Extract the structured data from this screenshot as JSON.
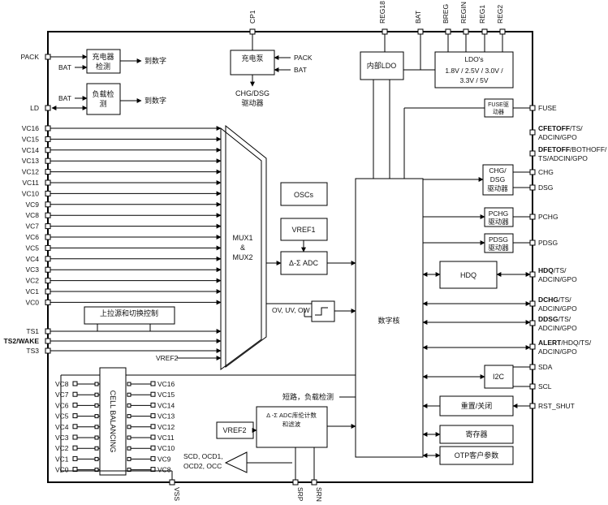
{
  "pins_top": [
    "REG18",
    "BAT",
    "BREG",
    "REGIN",
    "REG1",
    "REG2",
    "CP1"
  ],
  "pins_bottom": [
    "VSS",
    "SRP",
    "SRN"
  ],
  "pins_left": {
    "pack": "PACK",
    "ld": "LD",
    "vc": [
      "VC16",
      "VC15",
      "VC14",
      "VC13",
      "VC12",
      "VC11",
      "VC10",
      "VC9",
      "VC8",
      "VC7",
      "VC6",
      "VC5",
      "VC4",
      "VC3",
      "VC2",
      "VC1",
      "VC0"
    ],
    "ts1": "TS1",
    "ts2": "TS2/WAKE",
    "ts3": "TS3"
  },
  "pins_right": [
    {
      "l1": "FUSE",
      "l2": "",
      "b": ""
    },
    {
      "l1": "/TS/",
      "l2": "ADCIN/GPO",
      "b": "CFETOFF"
    },
    {
      "l1": "/BOTHOFF/",
      "l2": "TS/ADCIN/GPO",
      "b": "DFETOFF"
    },
    {
      "l1": "CHG",
      "l2": "",
      "b": ""
    },
    {
      "l1": "DSG",
      "l2": "",
      "b": ""
    },
    {
      "l1": "PCHG",
      "l2": "",
      "b": ""
    },
    {
      "l1": "PDSG",
      "l2": "",
      "b": ""
    },
    {
      "l1": "/TS/",
      "l2": "ADCIN/GPO",
      "b": "HDQ"
    },
    {
      "l1": "/TS/",
      "l2": "ADCIN/GPO",
      "b": "DCHG"
    },
    {
      "l1": "/TS/",
      "l2": "ADCIN/GPO",
      "b": "DDSG"
    },
    {
      "l1": "/HDQ/TS/",
      "l2": "ADCIN/GPO",
      "b": "ALERT"
    },
    {
      "l1": "SDA",
      "l2": "",
      "b": ""
    },
    {
      "l1": "SCL",
      "l2": "",
      "b": ""
    },
    {
      "l1": "RST_SHUT",
      "l2": "",
      "b": ""
    }
  ],
  "blocks": {
    "charger_detect": [
      "充电器",
      "检测"
    ],
    "load_detect": [
      "负载检",
      "测"
    ],
    "to_digital": "到数字",
    "bat": "BAT",
    "charge_pump": "充电泵",
    "pack_in": "PACK",
    "bat_in": "BAT",
    "chg_dsg_driver": [
      "CHG/DSG",
      "驱动器"
    ],
    "internal_ldo": "内部LDO",
    "ldos": [
      "LDO's",
      "1.8V / 2.5V / 3.0V /",
      "3.3V / 5V"
    ],
    "fuse_driver": [
      "FUSE驱",
      "动器"
    ],
    "osc": "OSCs",
    "vref1": "VREF1",
    "adc": "Δ-Σ  ADC",
    "mux": [
      "MUX1",
      "&",
      "MUX2"
    ],
    "protect": "OV, UV, OW",
    "digital_core": "数字核",
    "chg_dsg_out": [
      "CHG/",
      "DSG",
      "驱动器"
    ],
    "pchg": [
      "PCHG",
      "驱动器"
    ],
    "pdsg": [
      "PDSG",
      "驱动器"
    ],
    "hdq": "HDQ",
    "i2c": "I2C",
    "reset": "重置/关闭",
    "registers": "寄存器",
    "otp": "OTP客户参数",
    "pullup": "上拉源和切换控制",
    "vref2": "VREF2",
    "vref2b": "VREF2",
    "cell_balancing": "CELL BALANCING",
    "bal_left": [
      "VC8",
      "VC7",
      "VC6",
      "VC5",
      "VC4",
      "VC3",
      "VC2",
      "VC1",
      "VC0"
    ],
    "bal_right": [
      "VC16",
      "VC15",
      "VC14",
      "VC13",
      "VC12",
      "VC11",
      "VC10",
      "VC9",
      "VC8"
    ],
    "short_load": "短路，负载检测",
    "coulomb": [
      "Δ -Σ ADC库伦计数",
      "和滤波"
    ],
    "scd": [
      "SCD, OCD1,",
      "OCD2, OCC"
    ]
  }
}
